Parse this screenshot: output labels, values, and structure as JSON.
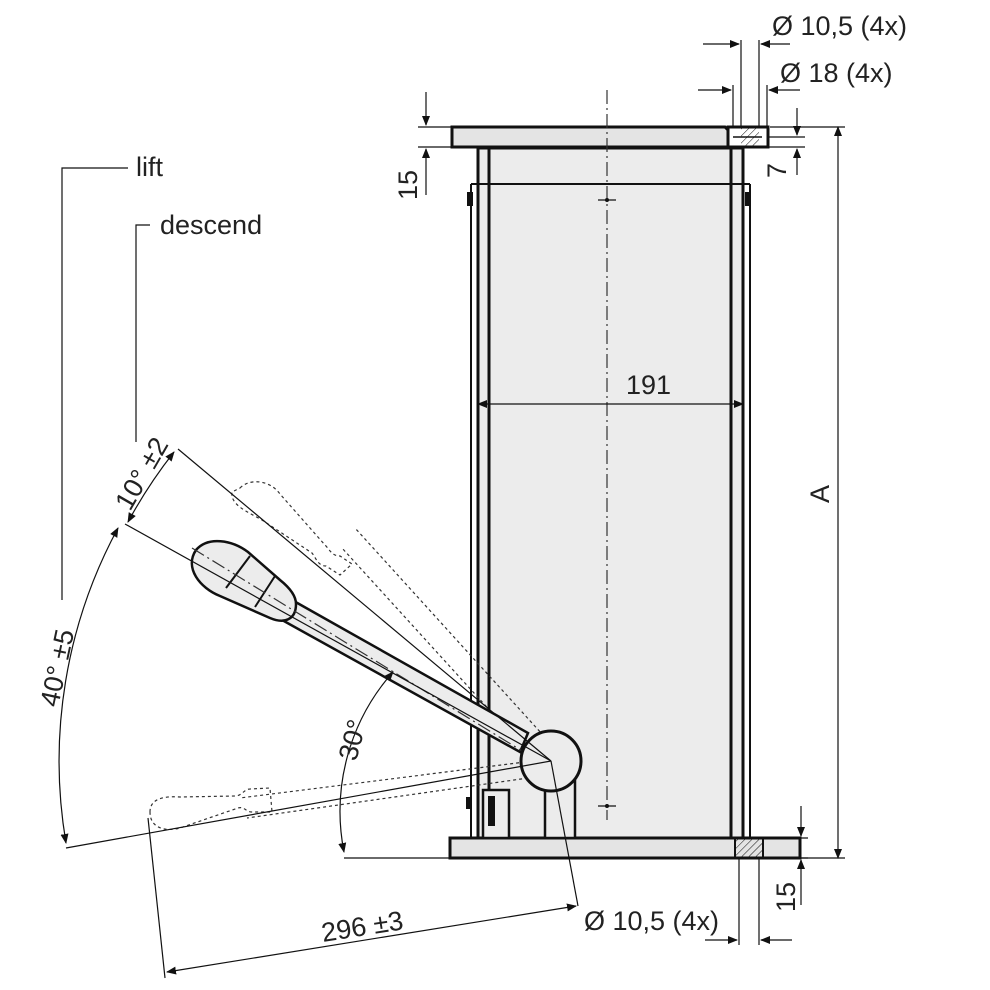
{
  "labels": {
    "hole_top_small": "Ø 10,5 (4x)",
    "hole_top_large": "Ø 18 (4x)",
    "flange_top_thickness": "15",
    "counterbore_depth": "7",
    "lift": "lift",
    "descend": "descend",
    "width": "191",
    "height": "A",
    "angle_descend": "10° ±2",
    "angle_lift": "40° ±5",
    "angle_base": "30°",
    "lever_length": "296 ±3",
    "hole_bottom": "Ø 10,5 (4x)",
    "flange_bottom_thickness": "15"
  },
  "colors": {
    "body_fill": "#ececec",
    "flange_fill": "#e4e4e4",
    "line": "#111111",
    "text": "#222222"
  }
}
